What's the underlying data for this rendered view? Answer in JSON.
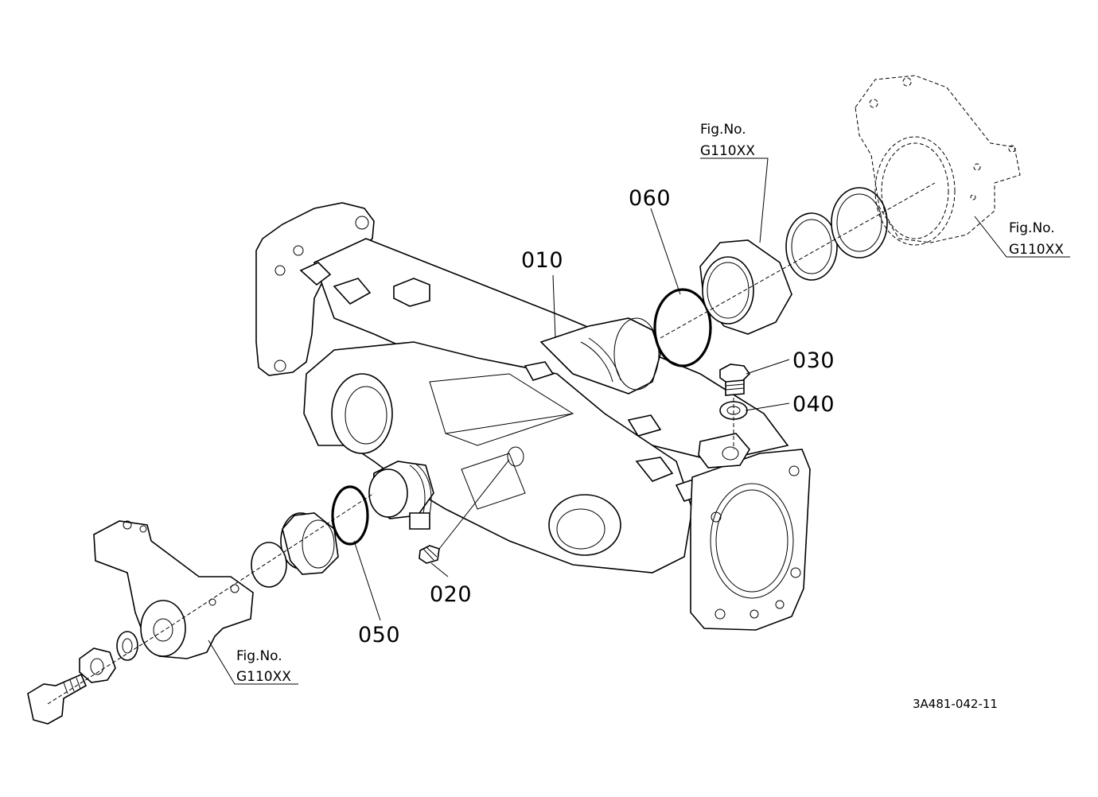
{
  "callouts": {
    "p010": "010",
    "p020": "020",
    "p030": "030",
    "p040": "040",
    "p050": "050",
    "p060": "060"
  },
  "figrefs": {
    "top": {
      "label": "Fig.No.",
      "code": "G110XX"
    },
    "right": {
      "label": "Fig.No.",
      "code": "G110XX"
    },
    "bottom": {
      "label": "Fig.No.",
      "code": "G110XX"
    }
  },
  "drawing_number": "3A481-042-11"
}
